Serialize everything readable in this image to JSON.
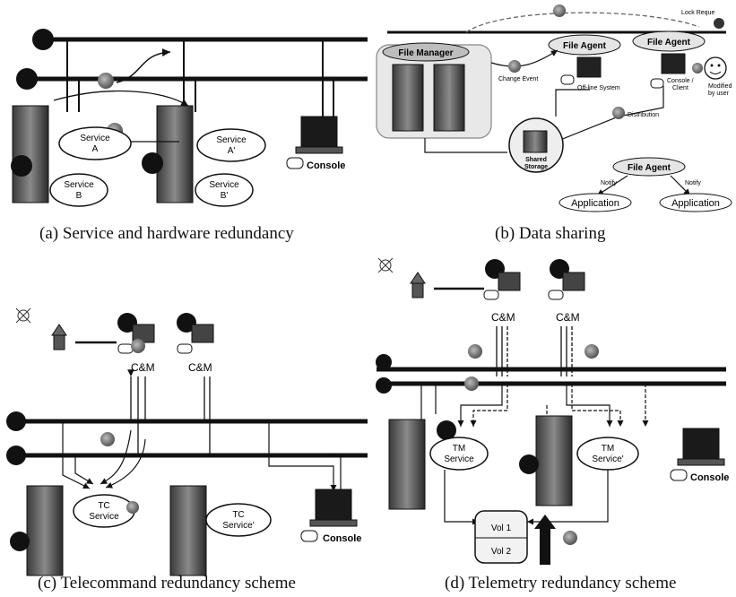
{
  "captions": {
    "a": "(a) Service and hardware redundancy",
    "b": "(b) Data sharing",
    "c": "(c) Telecommand redundancy scheme",
    "d": "(d) Telemetry redundancy scheme"
  },
  "panel_a": {
    "service_a": [
      "Service",
      "A"
    ],
    "service_a2": [
      "Service",
      "A'"
    ],
    "service_b": [
      "Service",
      "B"
    ],
    "service_b2": [
      "Service",
      "B'"
    ],
    "console": "Console"
  },
  "panel_b": {
    "file_manager": "File Manager",
    "file_agent_1": "File Agent",
    "file_agent_2": "File Agent",
    "file_agent_3": "File Agent",
    "lock_request": "Lock Reque",
    "change_event": "Change Event",
    "offline_system": "Off-line System",
    "console_client": [
      "Console /",
      "Client"
    ],
    "modified_by_user": [
      "Modified",
      "by user"
    ],
    "distribution": "Distribution",
    "shared_storage": [
      "Shared",
      "Storage"
    ],
    "notify_1": "Notify",
    "notify_2": "Notify",
    "application_1": "Application",
    "application_2": "Application"
  },
  "panel_c": {
    "cm1": "C&M",
    "cm2": "C&M",
    "tc_service": [
      "TC",
      "Service"
    ],
    "tc_service2": [
      "TC",
      "Service'"
    ],
    "console": "Console"
  },
  "panel_d": {
    "cm1": "C&M",
    "cm2": "C&M",
    "tm_service": [
      "TM",
      "Service"
    ],
    "tm_service2": [
      "TM",
      "Service'"
    ],
    "vol1": "Vol 1",
    "vol2": "Vol 2",
    "console": "Console"
  }
}
